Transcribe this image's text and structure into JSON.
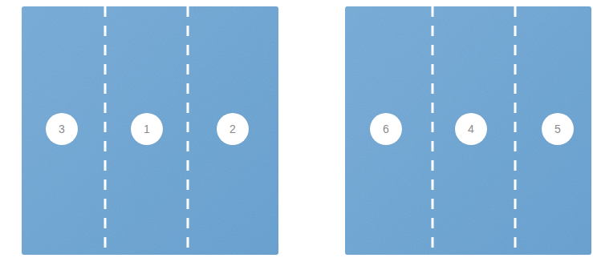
{
  "diagram": {
    "nodes": [
      {
        "text": [
          "3"
        ]
      },
      {
        "text": [
          "1"
        ]
      },
      {
        "text": [
          "2"
        ]
      },
      {
        "text": [
          "6"
        ]
      },
      {
        "text": [
          "4"
        ]
      },
      {
        "text": [
          "5"
        ]
      }
    ]
  }
}
